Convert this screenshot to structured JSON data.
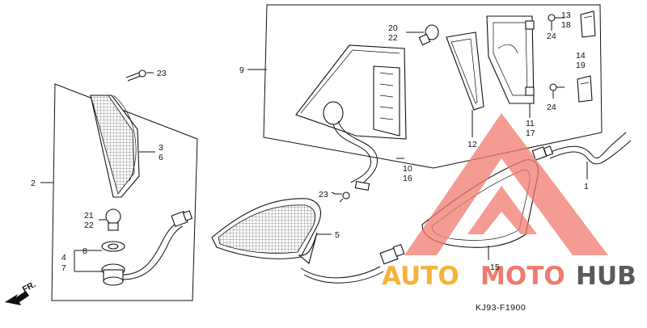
{
  "diagram": {
    "code": "KJ93-F1900",
    "direction": "FR.",
    "watermark": {
      "first": "AUTO",
      "second": "MOTO",
      "third": "HUB",
      "color_main": "#f07a70",
      "color_accent": "#f4b23c",
      "color_dark": "#5a5a5a"
    },
    "labels": {
      "l1": "1",
      "l2": "2",
      "l3": "3",
      "l4": "4",
      "l5": "5",
      "l6": "6",
      "l7": "7",
      "l8": "8",
      "l9": "9",
      "l10": "10",
      "l11": "11",
      "l12": "12",
      "l13": "13",
      "l14": "14",
      "l15": "15",
      "l16": "16",
      "l17": "17",
      "l18": "18",
      "l19": "19",
      "l20": "20",
      "l21": "21",
      "l22a": "22",
      "l22b": "22",
      "l23a": "23",
      "l23b": "23",
      "l24a": "24",
      "l24b": "24"
    }
  }
}
